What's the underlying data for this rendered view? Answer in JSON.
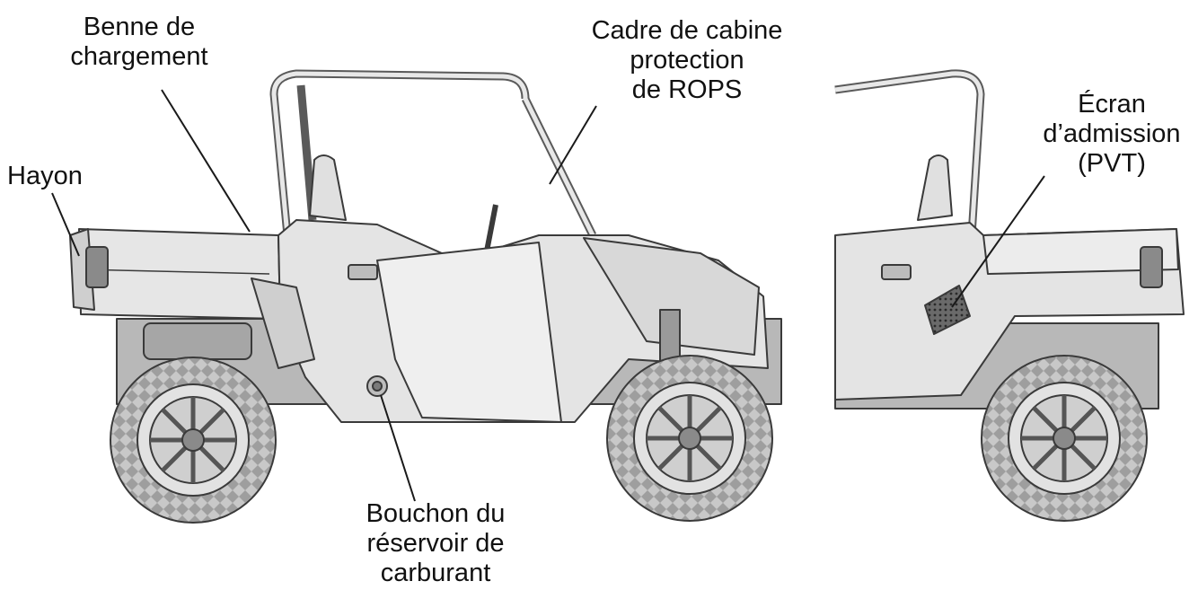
{
  "labels": {
    "hayon": [
      "Hayon"
    ],
    "benne": [
      "Benne de",
      "chargement"
    ],
    "cadre": [
      "Cadre de cabine",
      "protection",
      "de ROPS"
    ],
    "ecran": [
      "Écran",
      "d’admission",
      "(PVT)"
    ],
    "bouchon": [
      "Bouchon du",
      "réservoir de",
      "carburant"
    ]
  },
  "colors": {
    "body": "#dcdcdc",
    "body_light": "#efefef",
    "outline": "#3a3a3a",
    "tire": "#bdbdbd",
    "leader": "#1a1a1a",
    "text": "#111111"
  }
}
